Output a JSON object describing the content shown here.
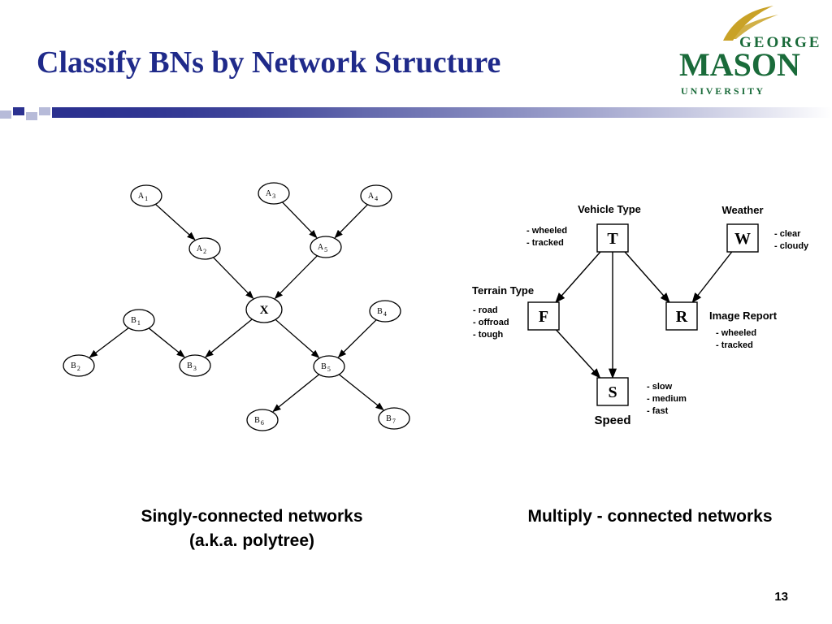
{
  "slide": {
    "title": "Classify BNs by Network Structure",
    "page_number": "13"
  },
  "logo": {
    "line1": "GEORGE",
    "line2": "MASON",
    "line3": "U N I V E R S I T Y",
    "colors": {
      "green": "#1a6b3a",
      "gold": "#c9a227"
    }
  },
  "theme": {
    "title_color": "#1f2a8a",
    "bar_color": "#2b3190"
  },
  "polytree": {
    "nodes": {
      "A1": {
        "letter": "A",
        "sub": "1"
      },
      "A2": {
        "letter": "A",
        "sub": "2"
      },
      "A3": {
        "letter": "A",
        "sub": "3"
      },
      "A4": {
        "letter": "A",
        "sub": "4"
      },
      "A5": {
        "letter": "A",
        "sub": "5"
      },
      "X": {
        "letter": "X",
        "sub": ""
      },
      "B1": {
        "letter": "B",
        "sub": "1"
      },
      "B2": {
        "letter": "B",
        "sub": "2"
      },
      "B3": {
        "letter": "B",
        "sub": "3"
      },
      "B4": {
        "letter": "B",
        "sub": "4"
      },
      "B5": {
        "letter": "B",
        "sub": "5"
      },
      "B6": {
        "letter": "B",
        "sub": "6"
      },
      "B7": {
        "letter": "B",
        "sub": "7"
      }
    },
    "edges": [
      [
        "A1",
        "A2"
      ],
      [
        "A2",
        "X"
      ],
      [
        "A3",
        "A5"
      ],
      [
        "A4",
        "A5"
      ],
      [
        "A5",
        "X"
      ],
      [
        "X",
        "B3"
      ],
      [
        "X",
        "B5"
      ],
      [
        "B1",
        "B2"
      ],
      [
        "B1",
        "B3"
      ],
      [
        "B4",
        "B5"
      ],
      [
        "B5",
        "B6"
      ],
      [
        "B5",
        "B7"
      ]
    ],
    "caption_line1": "Singly-connected networks",
    "caption_line2": "(a.k.a. polytree)"
  },
  "multiply": {
    "nodes": {
      "T": {
        "letter": "T",
        "name": "Vehicle Type",
        "states": [
          "- wheeled",
          "- tracked"
        ]
      },
      "W": {
        "letter": "W",
        "name": "Weather",
        "states": [
          "- clear",
          "- cloudy"
        ]
      },
      "F": {
        "letter": "F",
        "name": "Terrain Type",
        "states": [
          "- road",
          "- offroad",
          "- tough"
        ]
      },
      "R": {
        "letter": "R",
        "name": "Image Report",
        "states": [
          "- wheeled",
          "- tracked"
        ]
      },
      "S": {
        "letter": "S",
        "name": "Speed",
        "states": [
          "- slow",
          "- medium",
          "- fast"
        ]
      }
    },
    "edges": [
      [
        "T",
        "F"
      ],
      [
        "T",
        "S"
      ],
      [
        "T",
        "R"
      ],
      [
        "W",
        "R"
      ],
      [
        "F",
        "S"
      ]
    ],
    "caption": "Multiply - connected networks"
  }
}
